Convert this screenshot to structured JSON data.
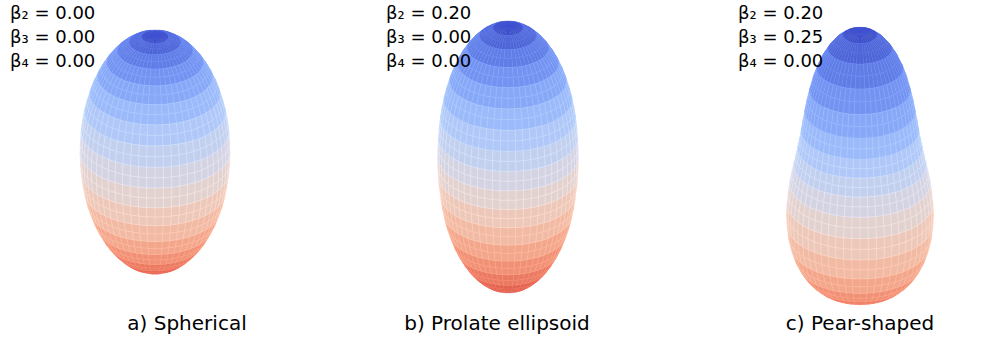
{
  "diagram": {
    "labels": [
      "β₂ = 0.00",
      "β₃ = 0.00",
      "β₄ = 0.00",
      "β₂ = 0.20",
      "β₃ = 0.00",
      "β₄ = 0.00",
      "β₂ = 0.20",
      "β₃ = 0.25",
      "β₄ = 0.00",
      "a) Spherical",
      "b) Prolate ellipsoid",
      "c) Pear-shaped"
    ]
  }
}
